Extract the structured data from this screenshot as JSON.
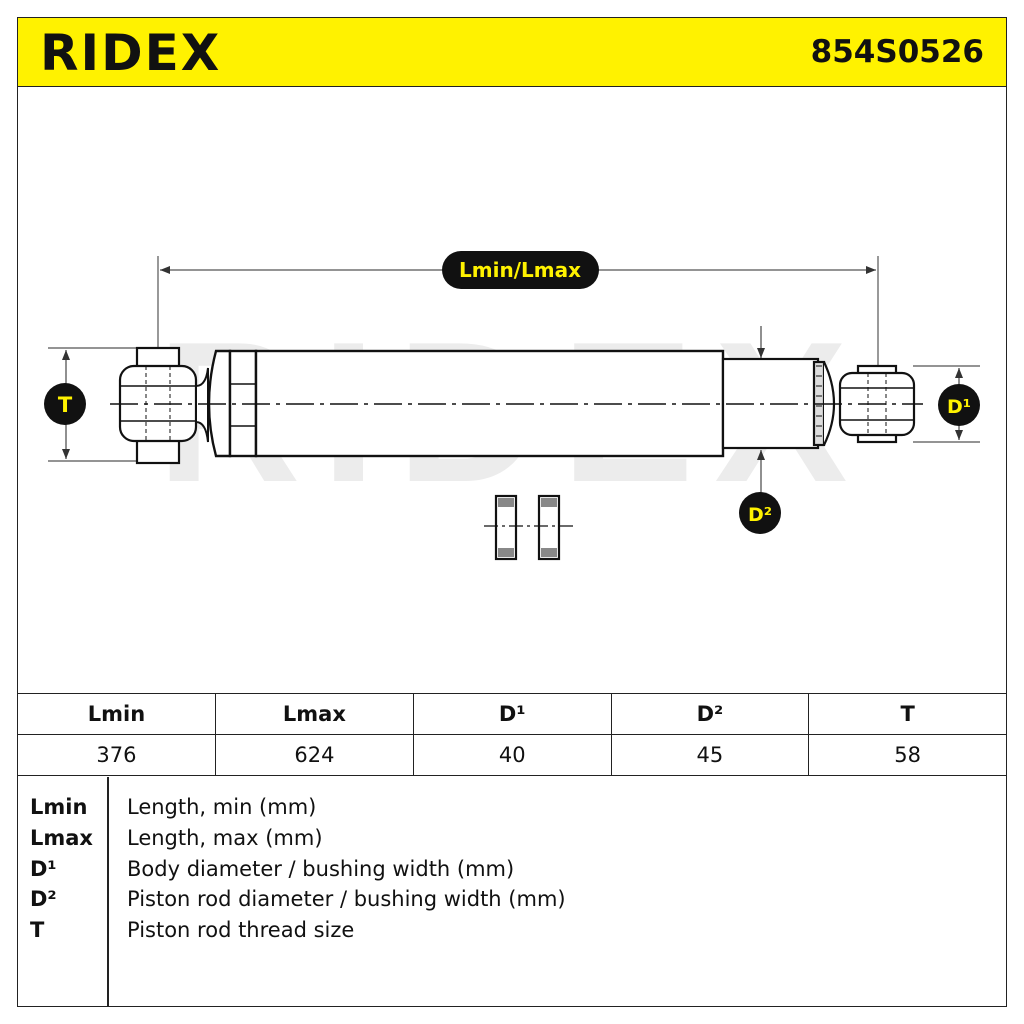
{
  "header": {
    "brand": "RIDEX",
    "part_number": "854S0526",
    "background_color": "#fff200"
  },
  "diagram": {
    "length_label": "Lmin/Lmax",
    "label_t": "T",
    "label_d1": "D¹",
    "label_d2": "D²",
    "watermark": "RIDEX"
  },
  "specs": {
    "headers": [
      "Lmin",
      "Lmax",
      "D¹",
      "D²",
      "T"
    ],
    "values": [
      "376",
      "624",
      "40",
      "45",
      "58"
    ]
  },
  "legend": [
    {
      "key": "Lmin",
      "desc": "Length, min (mm)"
    },
    {
      "key": "Lmax",
      "desc": "Length, max (mm)"
    },
    {
      "key": "D¹",
      "desc": "Body diameter / bushing width (mm)"
    },
    {
      "key": "D²",
      "desc": "Piston rod diameter / bushing width (mm)"
    },
    {
      "key": "T",
      "desc": "Piston rod thread size"
    }
  ]
}
